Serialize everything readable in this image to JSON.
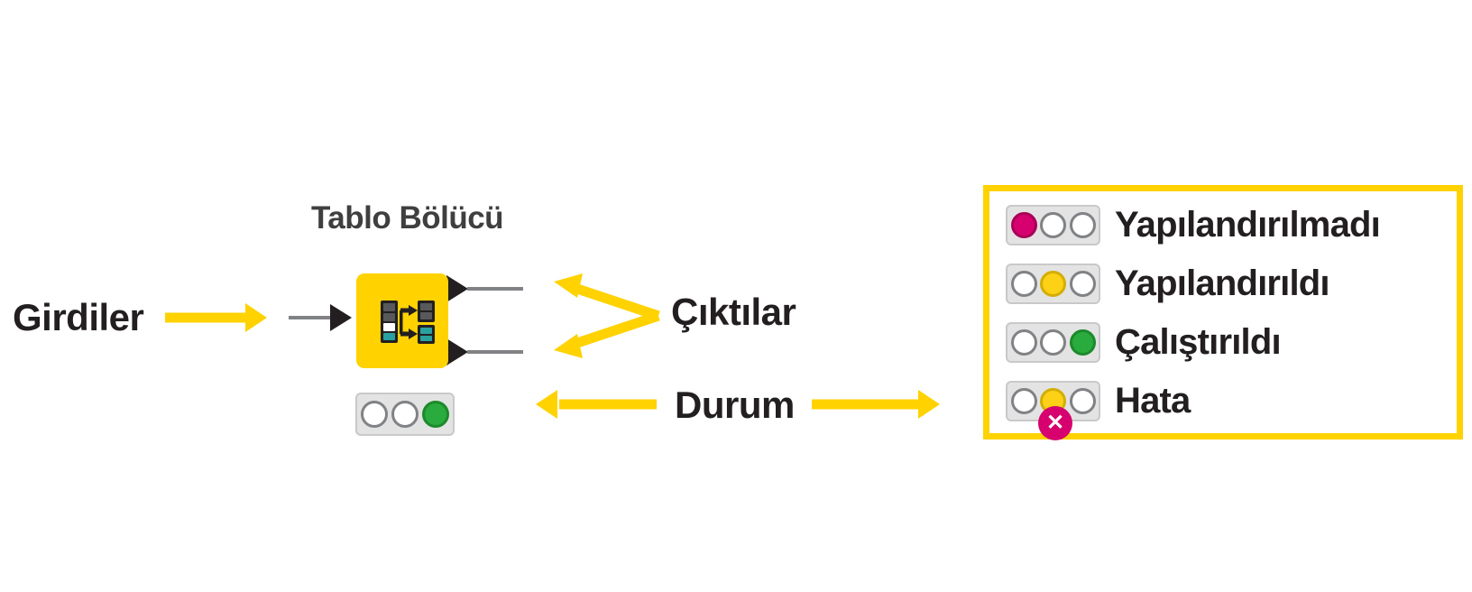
{
  "diagram": {
    "node": {
      "title": "Tablo Bölücü",
      "icon_name": "table-splitter-icon",
      "body_color": "#ffd200"
    },
    "labels": {
      "inputs": "Girdiler",
      "outputs": "Çıktılar",
      "status": "Durum"
    },
    "node_status_light": {
      "name": "node-status-traffic-light",
      "states": [
        "off",
        "off",
        "green"
      ]
    }
  },
  "legend": {
    "border_color": "#ffd200",
    "rows": [
      {
        "label": "Yapılandırılmadı",
        "lights": [
          "red",
          "off",
          "off"
        ],
        "error_badge": false,
        "icon_name": "traffic-light-not-configured"
      },
      {
        "label": "Yapılandırıldı",
        "lights": [
          "off",
          "yellow",
          "off"
        ],
        "error_badge": false,
        "icon_name": "traffic-light-configured"
      },
      {
        "label": "Çalıştırıldı",
        "lights": [
          "off",
          "off",
          "green"
        ],
        "error_badge": false,
        "icon_name": "traffic-light-executed"
      },
      {
        "label": "Hata",
        "lights": [
          "off",
          "yellow",
          "off"
        ],
        "error_badge": true,
        "error_badge_glyph": "✕",
        "icon_name": "traffic-light-error"
      }
    ]
  },
  "colors": {
    "yellow": "#ffd200",
    "red": "#d6006e",
    "amber": "#fcd116",
    "green": "#2aab3d",
    "dark": "#231f20",
    "gray_line": "#808285",
    "light_gray": "#e3e3e3"
  }
}
